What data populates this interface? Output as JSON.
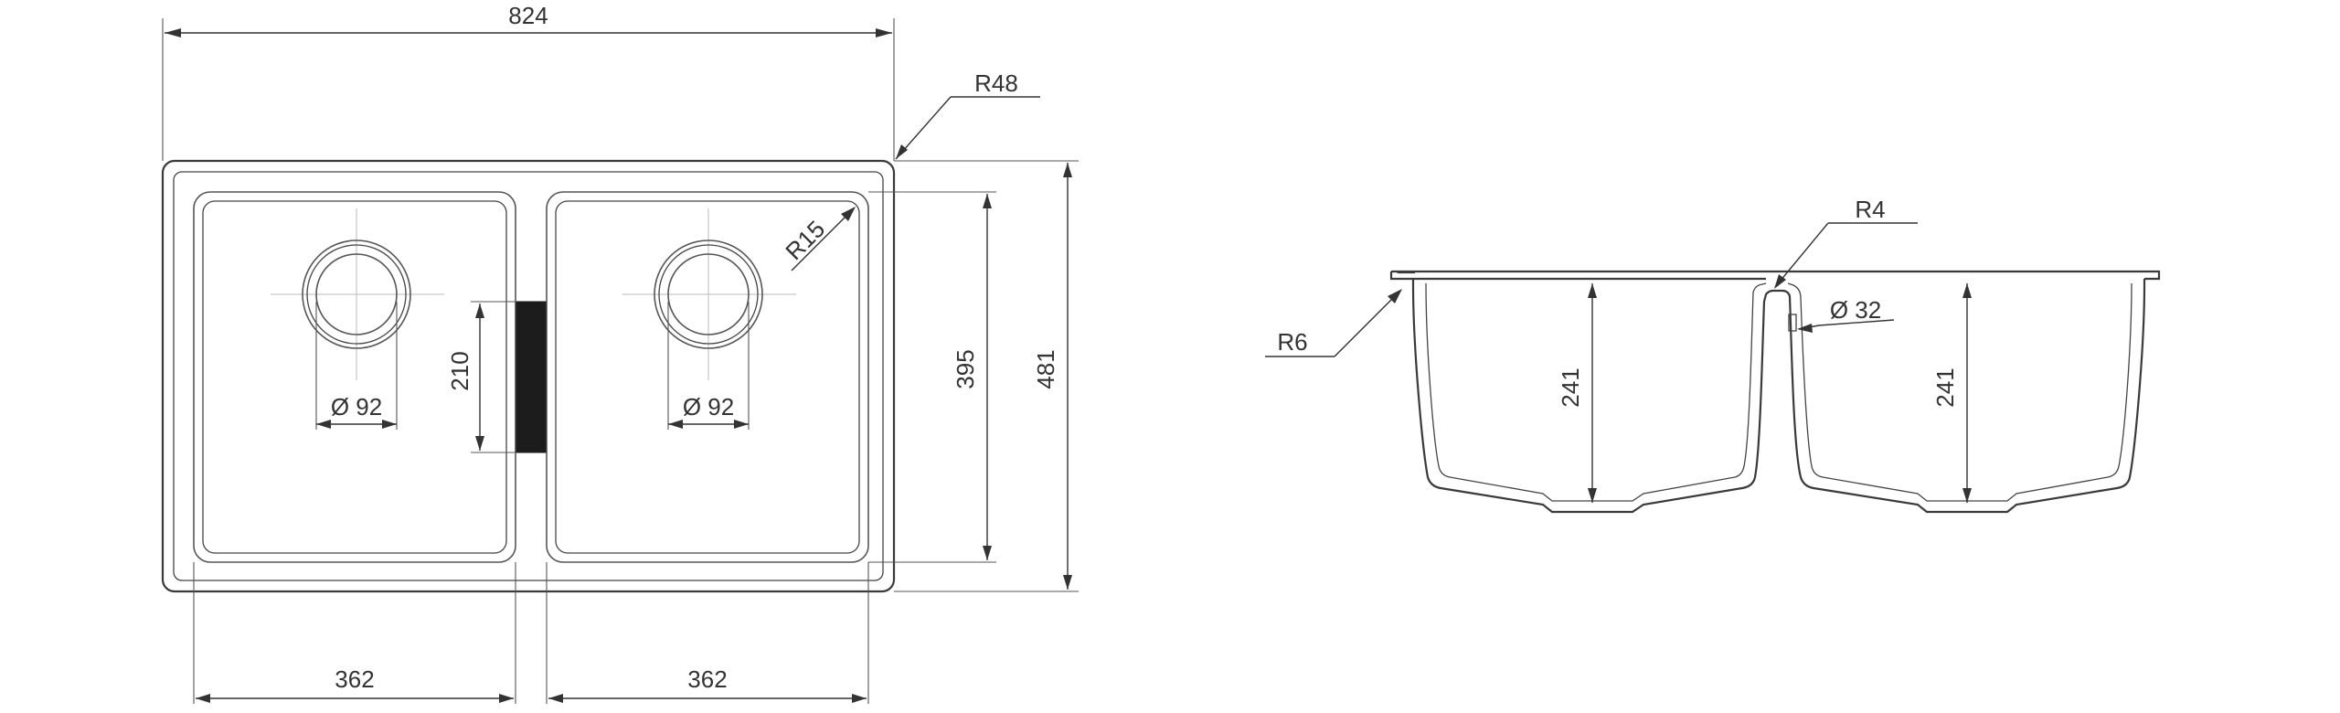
{
  "top_view": {
    "overall_width": "824",
    "corner_radius": "R48",
    "bowl_radius": "R15",
    "left_drain": "Ø 92",
    "right_drain": "Ø 92",
    "divider_height": "210",
    "bowl_depth": "395",
    "overall_depth": "481",
    "left_bowl_width": "362",
    "right_bowl_width": "362"
  },
  "section_view": {
    "rim_radius": "R6",
    "divider_radius": "R4",
    "overflow_diameter": "Ø 32",
    "left_bowl_height": "241",
    "right_bowl_height": "241"
  }
}
